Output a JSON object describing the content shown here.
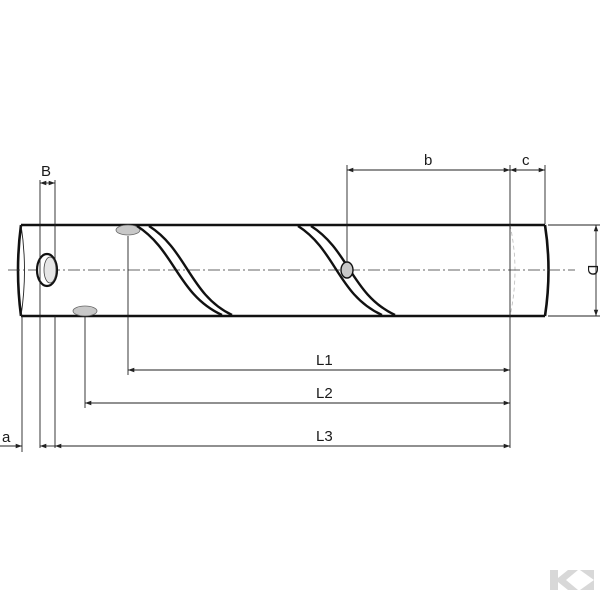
{
  "drawing": {
    "dimensions": {
      "B": "B",
      "b": "b",
      "c": "c",
      "D": "D",
      "L1": "L1",
      "L2": "L2",
      "L3": "L3",
      "a": "a"
    },
    "logo": {
      "icon": "kramp-k-logo-icon",
      "color": "#d8d8d8"
    },
    "colors": {
      "line": "#111111",
      "hole_fill": "#c8c8c8"
    }
  }
}
